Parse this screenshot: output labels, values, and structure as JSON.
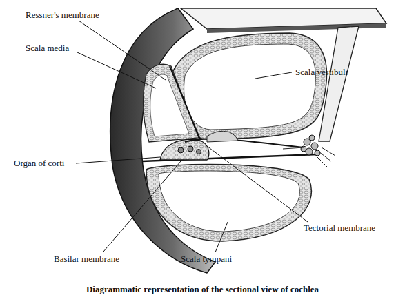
{
  "diagram": {
    "caption": "Diagrammatic representation of the sectional view of cochlea",
    "labels": [
      "Ressner's membrane",
      "Scala media",
      "Scala vestibuli",
      "Organ of corti",
      "Tectorial membrane",
      "Basilar membrane",
      "Scala tympani"
    ]
  }
}
